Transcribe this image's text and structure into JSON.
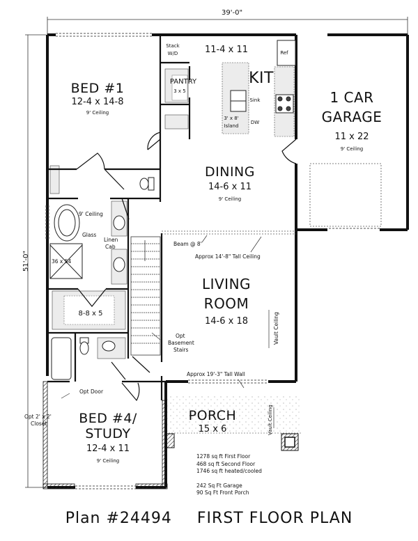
{
  "dimensions": {
    "width_label": "39'-0\"",
    "depth_label": "51'-0\""
  },
  "rooms": {
    "bed1": {
      "name": "BED #1",
      "size": "12-4 x 14-8",
      "ceiling": "9' Ceiling"
    },
    "kitchen": {
      "name": "KIT",
      "size": "11-4 x 11"
    },
    "garage": {
      "name_line1": "1 CAR",
      "name_line2": "GARAGE",
      "size": "11 x 22",
      "ceiling": "9' Ceiling"
    },
    "dining": {
      "name": "DINING",
      "size": "14-6 x 11",
      "ceiling": "9' Ceiling"
    },
    "living": {
      "name_line1": "LIVING",
      "name_line2": "ROOM",
      "size": "14-6 x 18",
      "ceiling_note": "Vault Ceiling"
    },
    "pantry": {
      "name": "PANTRY",
      "size": "3 x 5"
    },
    "laundry": {
      "name_line1": "Stack",
      "name_line2": "W/D"
    },
    "master_bath": {
      "ceiling": "9' Ceiling",
      "glass": "Glass",
      "shower": "36 x 54",
      "linen_line1": "Linen",
      "linen_line2": "Cab"
    },
    "closet": {
      "size": "8-8 x 5"
    },
    "bed4": {
      "name_line1": "BED #4/",
      "name_line2": "STUDY",
      "size": "12-4 x 11",
      "ceiling": "9' Ceiling"
    },
    "porch": {
      "name": "PORCH",
      "size": "15 x 6",
      "ceiling_note": "Vault Ceiling"
    }
  },
  "kitchen_fixtures": {
    "ref": "Ref",
    "sink": "Sink",
    "dw": "DW",
    "island_line1": "3' x 8'",
    "island_line2": "Island"
  },
  "annotations": {
    "beam": "Beam @ 8'",
    "tall_ceiling": "Approx 14'-8\" Tall Ceiling",
    "tall_wall": "Approx 19'-3\" Tall Wall",
    "opt_stairs_line1": "Opt",
    "opt_stairs_line2": "Basement",
    "opt_stairs_line3": "Stairs",
    "opt_door": "Opt Door",
    "opt_closet_line1": "Opt 2' x 2'",
    "opt_closet_line2": "Closet"
  },
  "area_summary": [
    "1278 sq ft First Floor",
    "468 sq ft Second Floor",
    "1746 sq ft heated/cooled",
    "",
    "242 Sq Ft Garage",
    "90 Sq Ft Front Porch"
  ],
  "title": {
    "plan_number": "Plan #24494",
    "plan_name": "FIRST FLOOR PLAN"
  }
}
